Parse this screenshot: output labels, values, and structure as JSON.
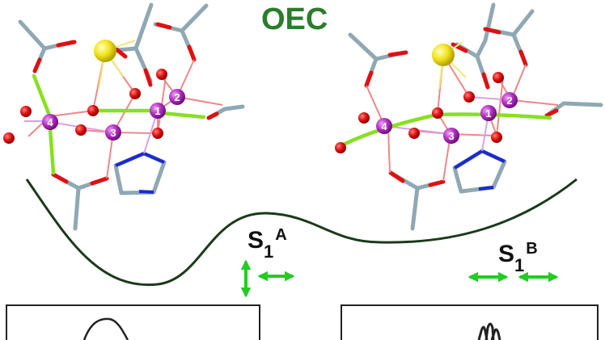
{
  "figure": {
    "title": "OEC",
    "title_color": "#2a7d2a",
    "states": [
      {
        "id": "S1A",
        "base": "S",
        "subscript": "1",
        "superscript": "A"
      },
      {
        "id": "S1B",
        "base": "S",
        "subscript": "1",
        "superscript": "B"
      }
    ],
    "atom_labels": {
      "left_cluster": [
        "1",
        "2",
        "3",
        "4"
      ],
      "right_cluster": [
        "1",
        "2",
        "3",
        "4"
      ]
    },
    "colors": {
      "manganese": "#b030c0",
      "oxygen": "#e01010",
      "calcium": "#f0e020",
      "carbon": "#8fa8b4",
      "nitrogen": "#1a2ad0",
      "highlight_bond": "#88e020",
      "energy_curve": "#1a3a1a",
      "arrows": "#22cc22"
    },
    "energy_curve": {
      "description": "double-well potential energy surface",
      "minima": [
        "S1A (deeper, left)",
        "S1B (shallower, right)"
      ]
    },
    "arrows": {
      "S1A": [
        "vertical double arrow",
        "horizontal double arrow"
      ],
      "S1B": [
        "horizontal double arrow",
        "horizontal double arrow"
      ]
    },
    "panels": [
      {
        "id": "left-spectrum-panel",
        "trace": "broad single peak"
      },
      {
        "id": "right-spectrum-panel",
        "trace": "narrow multi-peak"
      }
    ]
  }
}
